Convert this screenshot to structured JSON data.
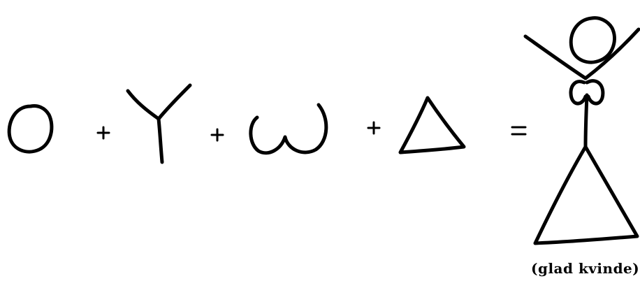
{
  "equation": {
    "terms": [
      "circle",
      "y-shape",
      "omega",
      "triangle"
    ],
    "operators": [
      "+",
      "+",
      "+",
      "="
    ],
    "result": "stick-figure-woman"
  },
  "caption": "(glad kvinde)"
}
